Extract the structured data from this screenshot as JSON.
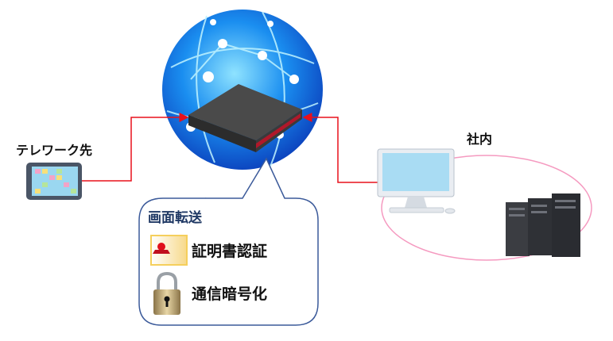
{
  "labels": {
    "telework": "テレワーク先",
    "office": "社内"
  },
  "callout": {
    "title": "画面転送",
    "items": [
      {
        "icon": "certificate-icon",
        "label": "証明書認証"
      },
      {
        "icon": "padlock-icon",
        "label": "通信暗号化"
      }
    ]
  },
  "colors": {
    "connection": "#e8101c",
    "lan": "#f59ac0",
    "callout_border": "#3b5a9a",
    "title": "#1f3864"
  }
}
